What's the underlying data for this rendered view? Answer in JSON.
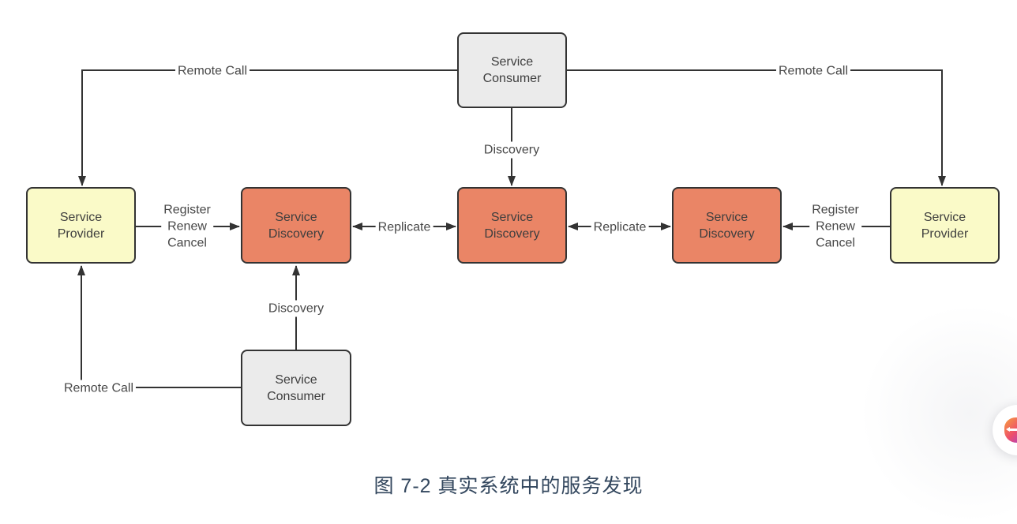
{
  "caption": "图 7-2 真实系统中的服务发现",
  "diagram": {
    "nodes": [
      {
        "id": "consumer-top",
        "type": "consumer",
        "label": "Service\nConsumer"
      },
      {
        "id": "provider-left",
        "type": "provider",
        "label": "Service\nProvider"
      },
      {
        "id": "discovery-left",
        "type": "discovery",
        "label": "Service\nDiscovery"
      },
      {
        "id": "discovery-mid",
        "type": "discovery",
        "label": "Service\nDiscovery"
      },
      {
        "id": "discovery-right",
        "type": "discovery",
        "label": "Service\nDiscovery"
      },
      {
        "id": "provider-right",
        "type": "provider",
        "label": "Service\nProvider"
      },
      {
        "id": "consumer-bottom",
        "type": "consumer",
        "label": "Service\nConsumer"
      }
    ],
    "edges": [
      {
        "id": "remote-call-top-left",
        "from": "consumer-top",
        "to": "provider-left",
        "label": "Remote Call"
      },
      {
        "id": "remote-call-top-right",
        "from": "consumer-top",
        "to": "provider-right",
        "label": "Remote Call"
      },
      {
        "id": "discovery-top",
        "from": "consumer-top",
        "to": "discovery-mid",
        "label": "Discovery"
      },
      {
        "id": "register-left",
        "from": "provider-left",
        "to": "discovery-left",
        "label": "Register\nRenew\nCancel"
      },
      {
        "id": "replicate-left",
        "from": "discovery-left",
        "to": "discovery-mid",
        "label": "Replicate",
        "bidirectional": true
      },
      {
        "id": "replicate-right",
        "from": "discovery-mid",
        "to": "discovery-right",
        "label": "Replicate",
        "bidirectional": true
      },
      {
        "id": "register-right",
        "from": "provider-right",
        "to": "discovery-right",
        "label": "Register\nRenew\nCancel"
      },
      {
        "id": "discovery-bottom",
        "from": "consumer-bottom",
        "to": "discovery-left",
        "label": "Discovery"
      },
      {
        "id": "remote-call-bottom",
        "from": "consumer-bottom",
        "to": "provider-left",
        "label": "Remote Call"
      }
    ],
    "colors": {
      "consumer_fill": "#ebebeb",
      "provider_fill": "#fafac8",
      "discovery_fill": "#ea8566",
      "node_border": "#333333",
      "connector": "#333333",
      "label_text": "#474747",
      "caption_text": "#33475e"
    }
  },
  "assistant_button": {
    "icon": "ai-assistant-gradient-logo"
  }
}
